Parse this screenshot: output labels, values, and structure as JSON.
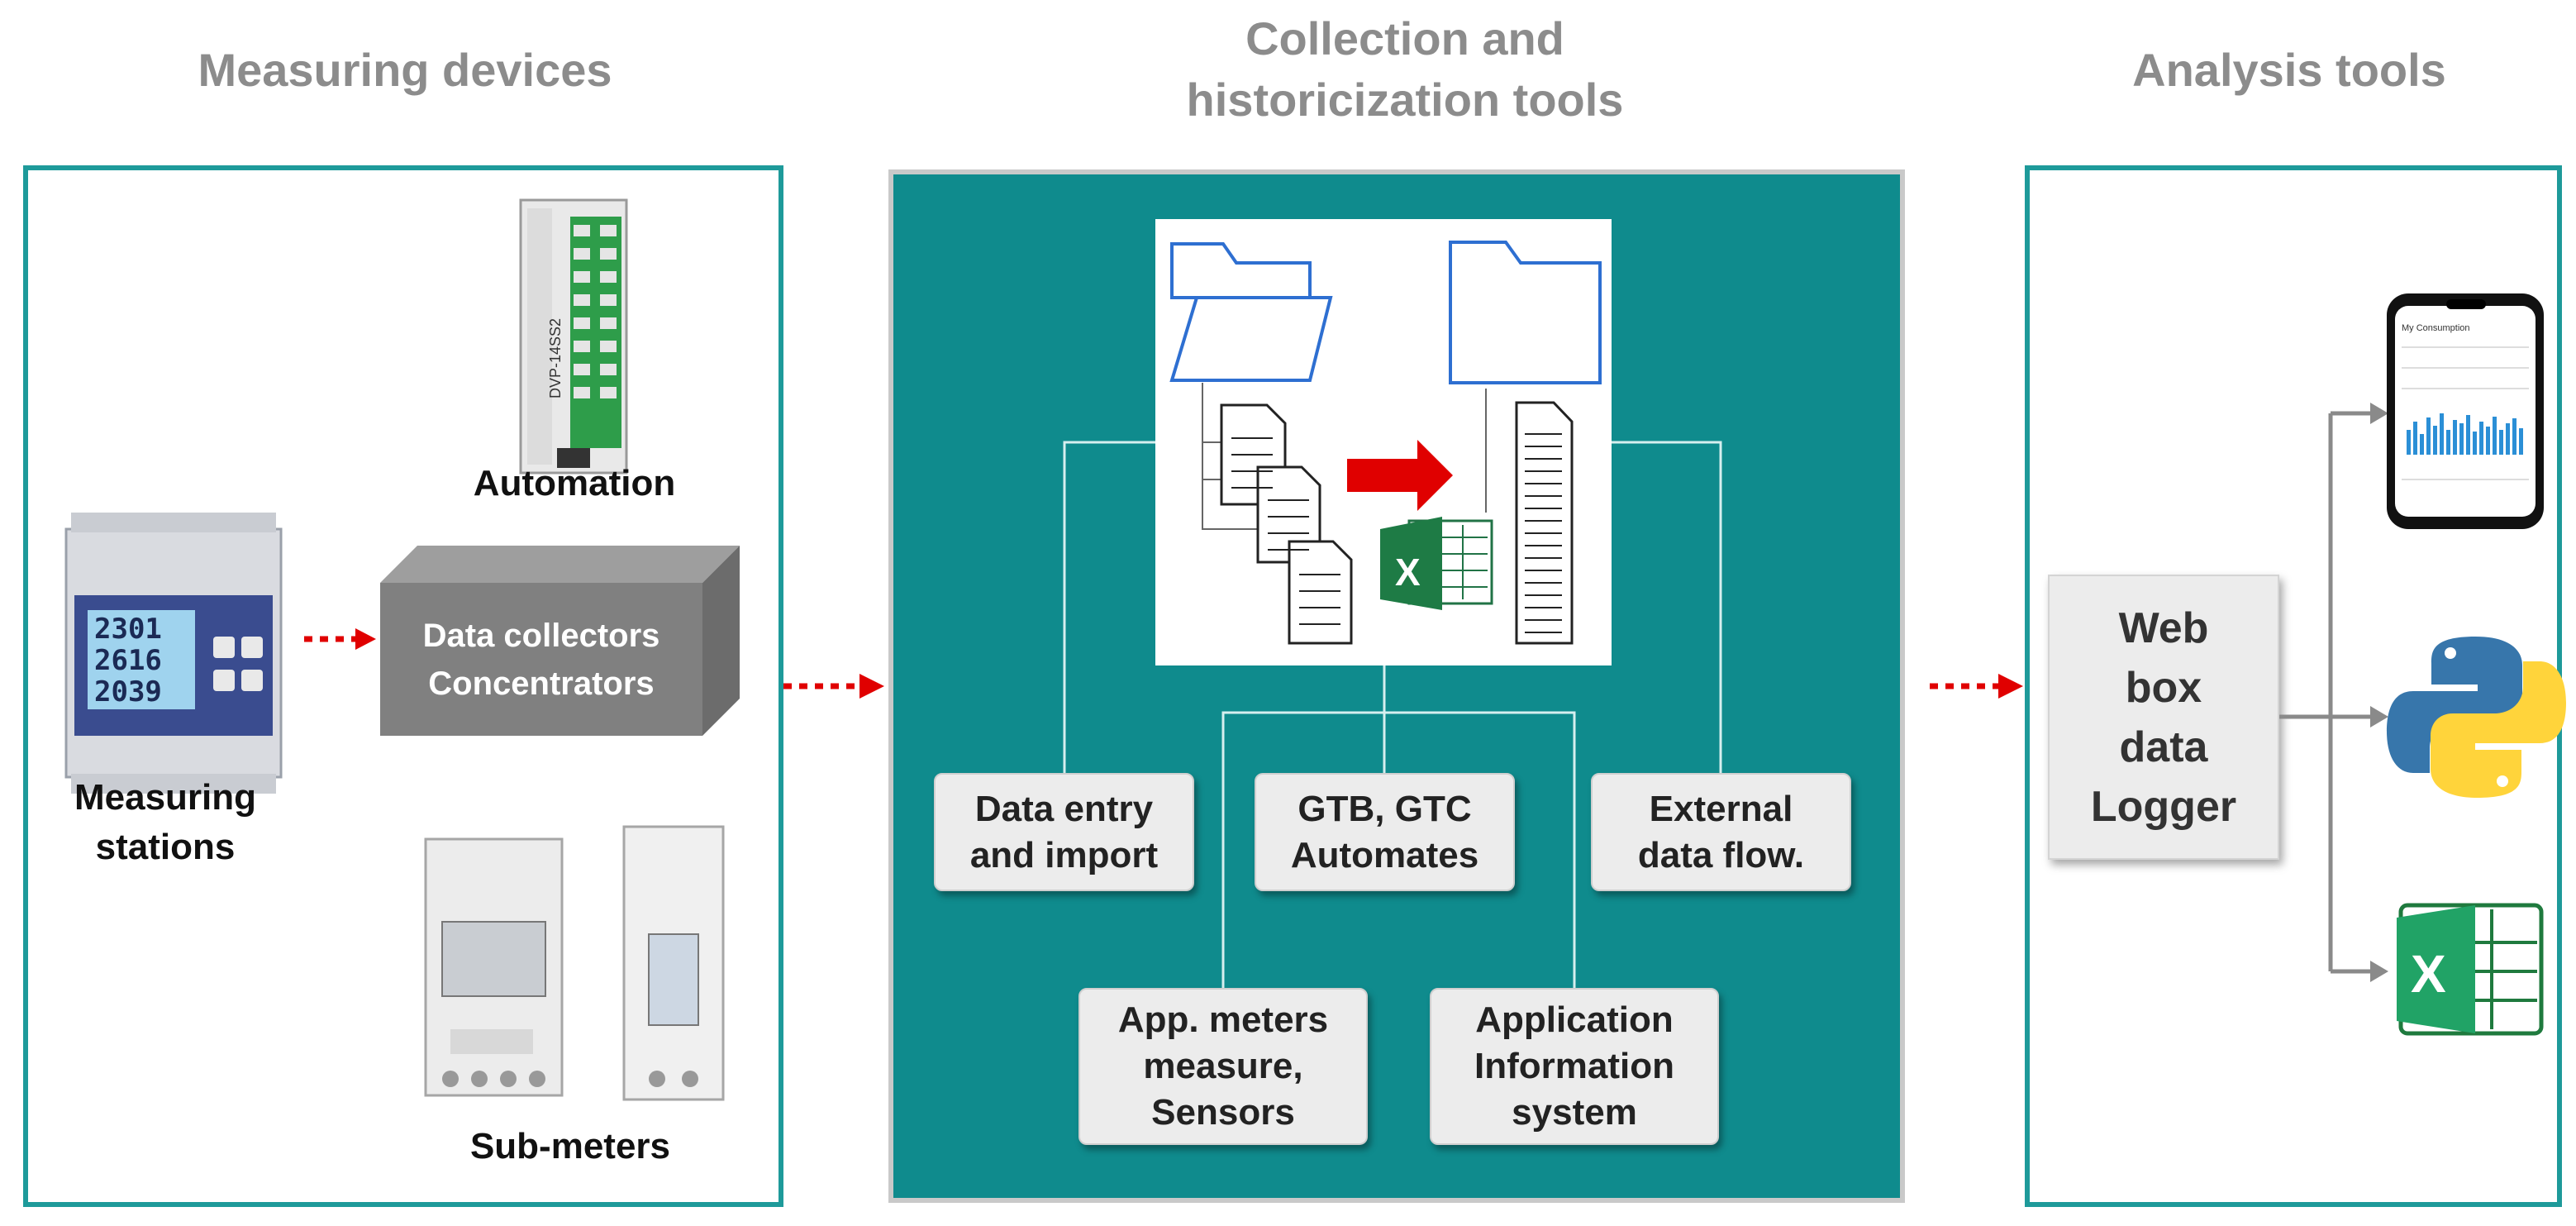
{
  "columns": {
    "left_title": "Measuring devices",
    "middle_title_line1": "Collection and",
    "middle_title_line2": "historicization tools",
    "right_title": "Analysis tools"
  },
  "left_panel": {
    "automation_label": "Automation",
    "concentrator_line1": "Data collectors",
    "concentrator_line2": "Concentrators",
    "measuring_line1": "Measuring",
    "measuring_line2": "stations",
    "submeters_label": "Sub-meters",
    "meter_display": [
      "2301",
      "2616",
      "2039"
    ],
    "plc_text": "DVP-14SS2"
  },
  "middle_panel": {
    "box_data_entry_1": "Data entry",
    "box_data_entry_2": "and import",
    "box_gtb_1": "GTB, GTC",
    "box_gtb_2": "Automates",
    "box_external_1": "External",
    "box_external_2": "data flow.",
    "box_app_meters_1": "App. meters",
    "box_app_meters_2": "measure,",
    "box_app_meters_3": "Sensors",
    "box_application_1": "Application",
    "box_application_2": "Information",
    "box_application_3": "system"
  },
  "right_panel": {
    "webbox_1": "Web",
    "webbox_2": "box",
    "webbox_3": "data",
    "webbox_4": "Logger",
    "phone_app_title": "My Consumption"
  },
  "colors": {
    "teal_panel": "#0f8b8d",
    "border_teal": "#1e9a9a",
    "arrow_red": "#e00000",
    "title_grey": "#8c8c8c"
  }
}
